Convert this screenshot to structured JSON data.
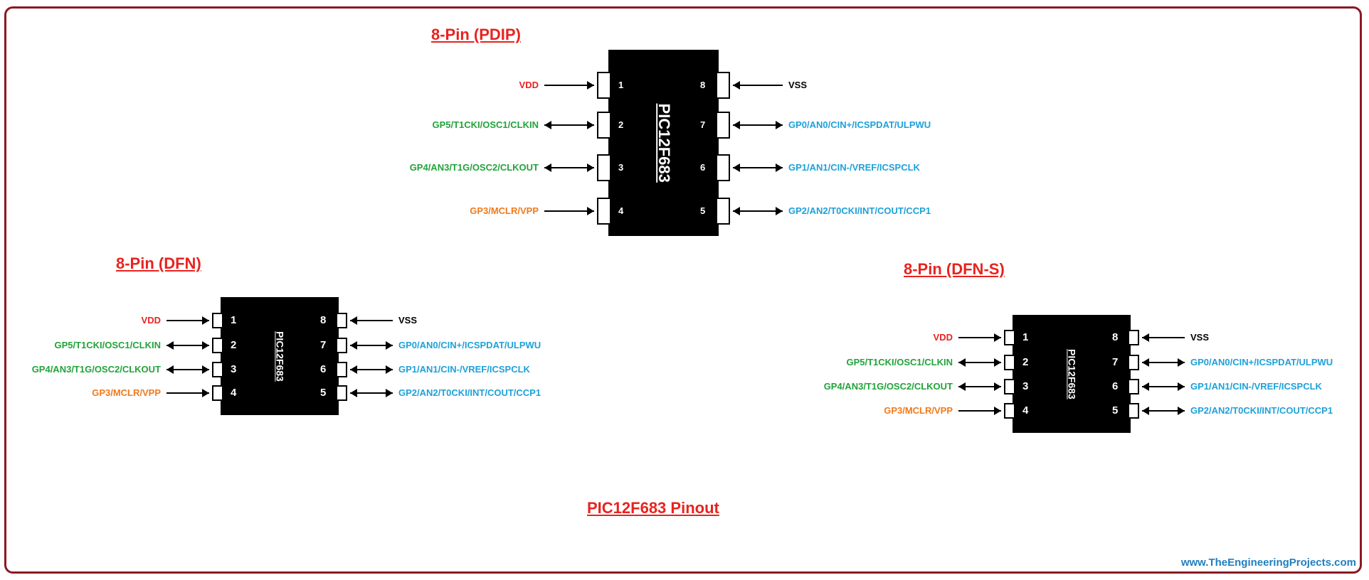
{
  "colors": {
    "heading": "#e8231f",
    "power": "#e8231f",
    "gpio_left": "#22a33a",
    "mclr": "#f07a1c",
    "gpio_right": "#1ea1d9",
    "ground": "#000000",
    "url": "#1f7fbf",
    "border": "#8b1a22"
  },
  "title": "PIC12F683 Pinout",
  "footer_url": "www.TheEngineeringProjects.com",
  "packages": [
    {
      "heading": "8-Pin (PDIP)",
      "chip_label": "PIC12F683",
      "pins_left": [
        {
          "num": "1",
          "label": "VDD",
          "type": "power",
          "direction": "in"
        },
        {
          "num": "2",
          "label": "GP5/T1CKI/OSC1/CLKIN",
          "type": "gpio_left",
          "direction": "both"
        },
        {
          "num": "3",
          "label": "GP4/AN3/T1G/OSC2/CLKOUT",
          "type": "gpio_left",
          "direction": "both"
        },
        {
          "num": "4",
          "label": "GP3/MCLR/VPP",
          "type": "mclr",
          "direction": "in"
        }
      ],
      "pins_right": [
        {
          "num": "8",
          "label": "VSS",
          "type": "ground",
          "direction": "in"
        },
        {
          "num": "7",
          "label": "GP0/AN0/CIN+/ICSPDAT/ULPWU",
          "type": "gpio_right",
          "direction": "both"
        },
        {
          "num": "6",
          "label": "GP1/AN1/CIN-/VREF/ICSPCLK",
          "type": "gpio_right",
          "direction": "both"
        },
        {
          "num": "5",
          "label": "GP2/AN2/T0CKI/INT/COUT/CCP1",
          "type": "gpio_right",
          "direction": "both"
        }
      ]
    },
    {
      "heading": "8-Pin (DFN)",
      "chip_label": "PIC12F683",
      "pins_left": [
        {
          "num": "1",
          "label": "VDD",
          "type": "power",
          "direction": "in"
        },
        {
          "num": "2",
          "label": "GP5/T1CKI/OSC1/CLKIN",
          "type": "gpio_left",
          "direction": "both"
        },
        {
          "num": "3",
          "label": "GP4/AN3/T1G/OSC2/CLKOUT",
          "type": "gpio_left",
          "direction": "both"
        },
        {
          "num": "4",
          "label": "GP3/MCLR/VPP",
          "type": "mclr",
          "direction": "in"
        }
      ],
      "pins_right": [
        {
          "num": "8",
          "label": "VSS",
          "type": "ground",
          "direction": "in"
        },
        {
          "num": "7",
          "label": "GP0/AN0/CIN+/ICSPDAT/ULPWU",
          "type": "gpio_right",
          "direction": "both"
        },
        {
          "num": "6",
          "label": "GP1/AN1/CIN-/VREF/ICSPCLK",
          "type": "gpio_right",
          "direction": "both"
        },
        {
          "num": "5",
          "label": "GP2/AN2/T0CKI/INT/COUT/CCP1",
          "type": "gpio_right",
          "direction": "both"
        }
      ]
    },
    {
      "heading": "8-Pin (DFN-S)",
      "chip_label": "PIC12F683",
      "pins_left": [
        {
          "num": "1",
          "label": "VDD",
          "type": "power",
          "direction": "in"
        },
        {
          "num": "2",
          "label": "GP5/T1CKI/OSC1/CLKIN",
          "type": "gpio_left",
          "direction": "both"
        },
        {
          "num": "3",
          "label": "GP4/AN3/T1G/OSC2/CLKOUT",
          "type": "gpio_left",
          "direction": "both"
        },
        {
          "num": "4",
          "label": "GP3/MCLR/VPP",
          "type": "mclr",
          "direction": "in"
        }
      ],
      "pins_right": [
        {
          "num": "8",
          "label": "VSS",
          "type": "ground",
          "direction": "in"
        },
        {
          "num": "7",
          "label": "GP0/AN0/CIN+/ICSPDAT/ULPWU",
          "type": "gpio_right",
          "direction": "both"
        },
        {
          "num": "6",
          "label": "GP1/AN1/CIN-/VREF/ICSPCLK",
          "type": "gpio_right",
          "direction": "both"
        },
        {
          "num": "5",
          "label": "GP2/AN2/T0CKI/INT/COUT/CCP1",
          "type": "gpio_right",
          "direction": "both"
        }
      ]
    }
  ]
}
